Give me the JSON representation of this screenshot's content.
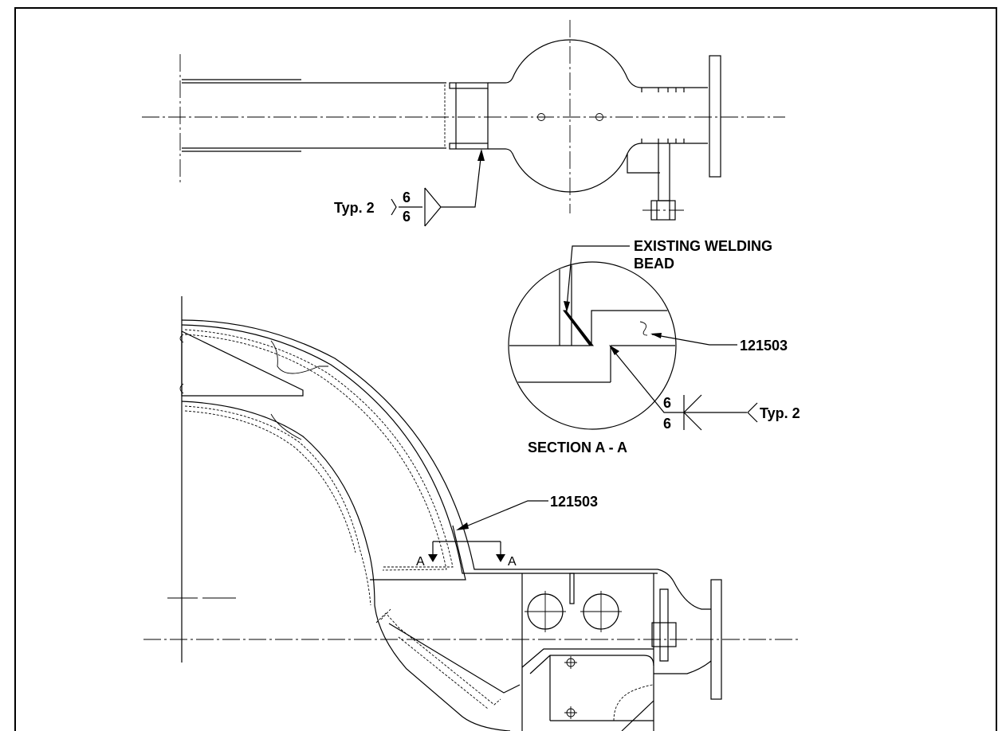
{
  "top_view": {
    "weld_note": {
      "prefix": "Typ. 2",
      "size_top": "6",
      "size_bottom": "6"
    }
  },
  "detail": {
    "existing_label": [
      "EXISTING WELDING",
      "BEAD"
    ],
    "part_ref": "121503",
    "weld_note": {
      "size_top": "6",
      "size_bottom": "6",
      "suffix": "Typ. 2"
    },
    "title": "SECTION A - A"
  },
  "side_view": {
    "part_ref": "121503",
    "section_mark_left": "A",
    "section_mark_right": "A"
  }
}
